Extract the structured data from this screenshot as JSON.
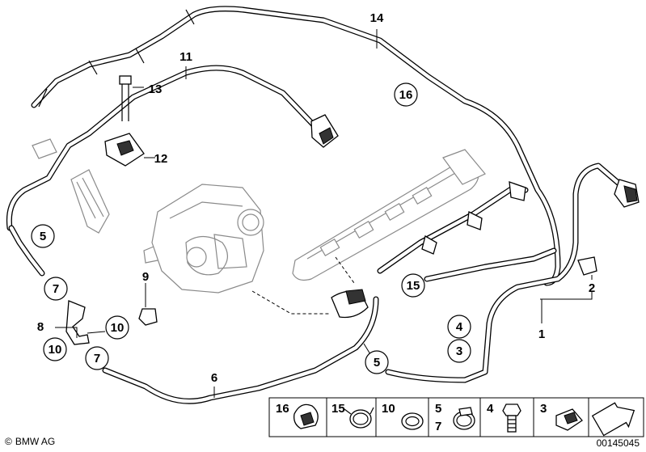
{
  "brand": {
    "copyright_symbol": "©",
    "name": "BMW AG"
  },
  "document_number": "00145045",
  "callouts": [
    {
      "label": "14",
      "circled": false
    },
    {
      "label": "11",
      "circled": false
    },
    {
      "label": "13",
      "circled": false
    },
    {
      "label": "12",
      "circled": false
    },
    {
      "label": "16",
      "circled": true
    },
    {
      "label": "5",
      "circled": true
    },
    {
      "label": "7",
      "circled": true
    },
    {
      "label": "9",
      "circled": false
    },
    {
      "label": "8",
      "circled": false
    },
    {
      "label": "10",
      "circled": true
    },
    {
      "label": "10",
      "circled": true
    },
    {
      "label": "7",
      "circled": true
    },
    {
      "label": "6",
      "circled": false
    },
    {
      "label": "15",
      "circled": true
    },
    {
      "label": "5",
      "circled": true
    },
    {
      "label": "4",
      "circled": true
    },
    {
      "label": "3",
      "circled": true
    },
    {
      "label": "1",
      "circled": false
    },
    {
      "label": "2",
      "circled": false
    }
  ],
  "legend": [
    {
      "label": "16",
      "icon": "hose-clamp-clip-icon"
    },
    {
      "label": "15",
      "icon": "spring-band-clamp-icon"
    },
    {
      "label": "10",
      "icon": "sealing-ring-icon"
    },
    {
      "label": "5",
      "label2": "7",
      "icon": "hose-clamp-icon"
    },
    {
      "label": "4",
      "icon": "hollow-bolt-icon"
    },
    {
      "label": "3",
      "icon": "holder-clip-icon"
    }
  ],
  "legend_arrow_icon": "arrow-down-right-icon"
}
